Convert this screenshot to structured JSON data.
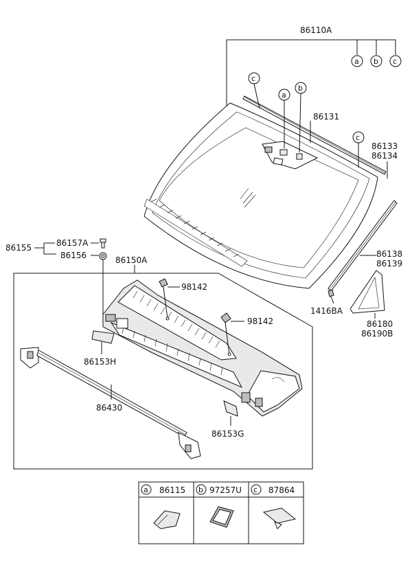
{
  "parts": {
    "windshield_assembly": "86110A",
    "windshield_glass": "86131",
    "molding_top": "86133",
    "molding_top_2": "86134",
    "molding_side": "86138",
    "molding_side_2": "86139",
    "clip": "1416BA",
    "delta_cover": "86180",
    "delta_cover_2": "86190B",
    "cowl_bolt_group": "86155",
    "cowl_bolt": "86157A",
    "cowl_nut": "86156",
    "cowl_panel": "86150A",
    "washer_nozzle_1": "98142",
    "washer_nozzle_2": "98142",
    "cowl_seal_lh": "86153H",
    "cowl_seal_rh": "86153G",
    "weatherstrip": "86430"
  },
  "callouts": {
    "a": "a",
    "b": "b",
    "c": "c"
  },
  "legend": [
    {
      "letter": "a",
      "part": "86115"
    },
    {
      "letter": "b",
      "part": "97257U"
    },
    {
      "letter": "c",
      "part": "87864"
    }
  ]
}
